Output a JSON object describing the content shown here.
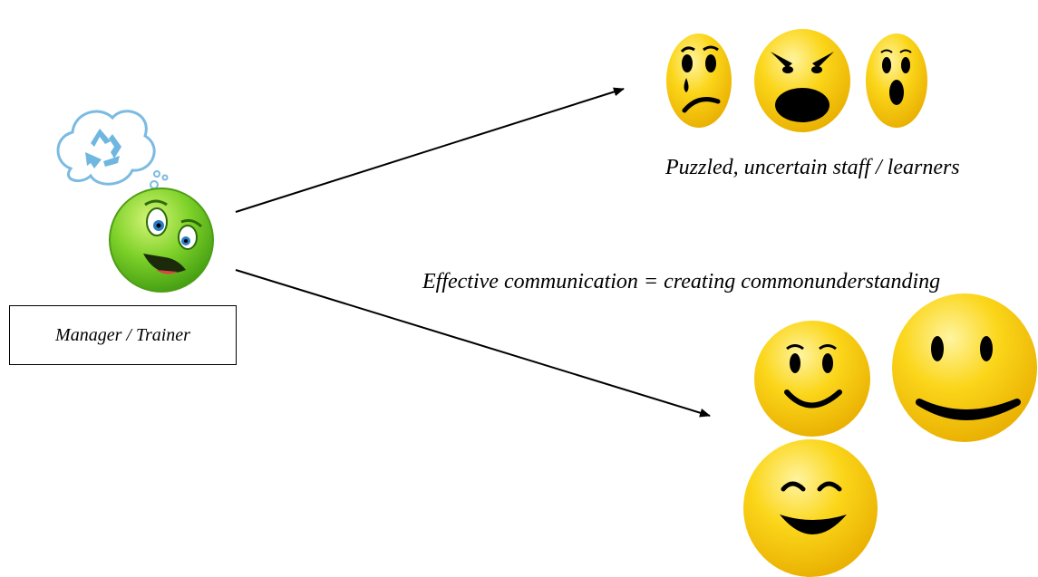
{
  "diagram": {
    "source_role": "Manager / Trainer",
    "outcome_negative_caption": "Puzzled, uncertain staff / learners",
    "outcome_positive_caption": "Effective communication = creating commonunderstanding",
    "icons": {
      "source": "thinking-face-icon",
      "thought": "recycle-thought-bubble-icon",
      "negative": [
        "crying-face-icon",
        "angry-face-icon",
        "shocked-face-icon"
      ],
      "positive": [
        "smiling-face-icon",
        "grinning-face-icon",
        "laughing-face-icon"
      ]
    },
    "colors": {
      "face_yellow": "#f5c400",
      "face_green": "#6cc21e",
      "arrow": "#000000",
      "thought_blue": "#6fb6e0"
    }
  }
}
